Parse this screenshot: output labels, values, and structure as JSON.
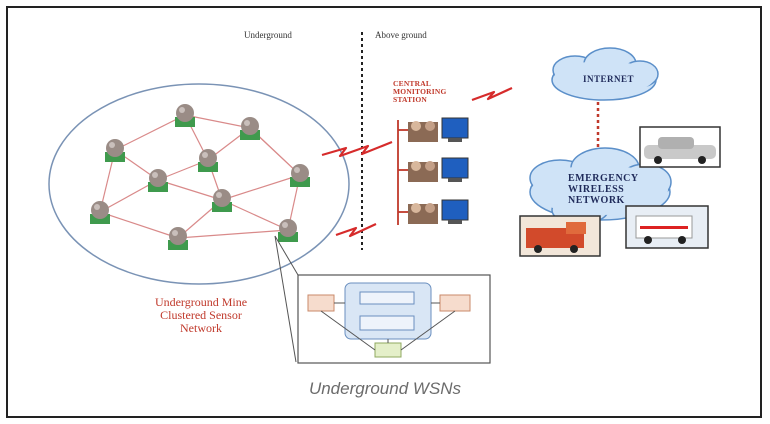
{
  "labels": {
    "underground": "Underground",
    "above_ground": "Above ground",
    "central_monitoring": [
      "CENTRAL",
      "MONITORING",
      "STATION"
    ],
    "internet": "INTERNET",
    "emergency": [
      "EMERGENCY",
      "WIRELESS",
      "NETWORK"
    ],
    "cluster": [
      "Underground Mine",
      "Clustered Sensor",
      "Network"
    ],
    "caption": "Underground WSNs"
  },
  "colors": {
    "link_red": "#c0392b",
    "cloud_blue": "#cfe3f7",
    "cloud_edge": "#5b8fc9",
    "board_green": "#3f9a4d",
    "sensor_gray": "#9a8c86"
  },
  "icons": [
    "sensor-node-icon",
    "workstation-icon",
    "cloud-icon",
    "lightning-link-icon",
    "vehicle-photo-icon"
  ]
}
